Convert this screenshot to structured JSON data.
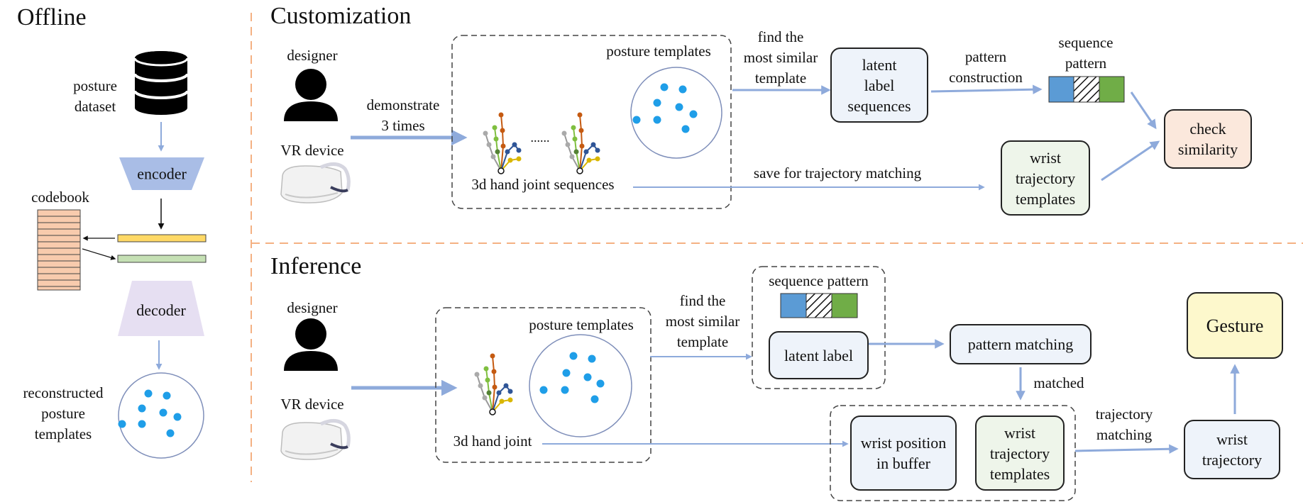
{
  "sections": {
    "offline": "Offline",
    "customization": "Customization",
    "inference": "Inference"
  },
  "offline": {
    "posture_dataset": "posture\ndataset",
    "encoder": "encoder",
    "decoder": "decoder",
    "codebook": "codebook",
    "reconstructed": "reconstructed\nposture\ntemplates"
  },
  "customization": {
    "designer": "designer",
    "vr_device": "VR device",
    "demonstrate": "demonstrate\n3 times",
    "posture_templates": "posture templates",
    "hand_joint_sequences": "3d hand joint sequences",
    "ellipsis": "......",
    "find_template": "find the\nmost similar\ntemplate",
    "latent_label_sequences": "latent\nlabel\nsequences",
    "pattern_construction": "pattern\nconstruction",
    "sequence_pattern": "sequence\npattern",
    "check_similarity": "check\nsimilarity",
    "save_trajectory": "save for trajectory matching",
    "wrist_trajectory_templates": "wrist\ntrajectory\ntemplates"
  },
  "inference": {
    "designer": "designer",
    "vr_device": "VR device",
    "posture_templates": "posture templates",
    "hand_joint": "3d hand joint",
    "find_template": "find the\nmost similar\ntemplate",
    "sequence_pattern": "sequence pattern",
    "latent_label": "latent label",
    "pattern_matching": "pattern matching",
    "matched": "matched",
    "wrist_position": "wrist position\nin buffer",
    "wrist_trajectory_templates": "wrist\ntrajectory\ntemplates",
    "trajectory_matching": "trajectory\nmatching",
    "wrist_trajectory": "wrist\ntrajectory",
    "gesture": "Gesture"
  },
  "colors": {
    "arrow": "#8eaadb",
    "divider": "#f4b183",
    "dot": "#1f9ee8",
    "encoder": "#a9bde6",
    "decoder": "#e6dff2",
    "codebook": "#f8cbad",
    "latent_box": "#eef3fa",
    "check_box": "#fbe8dc",
    "template_box": "#eef5ea",
    "gesture_box": "#fdf8cc",
    "pattern_blue": "#5b9bd5",
    "pattern_green": "#70ad47",
    "bar_yellow": "#ffd966",
    "bar_green": "#c5e0b4"
  },
  "icons": [
    "database-icon",
    "designer-icon",
    "vr-headset-icon",
    "hand-skeleton-icon"
  ]
}
